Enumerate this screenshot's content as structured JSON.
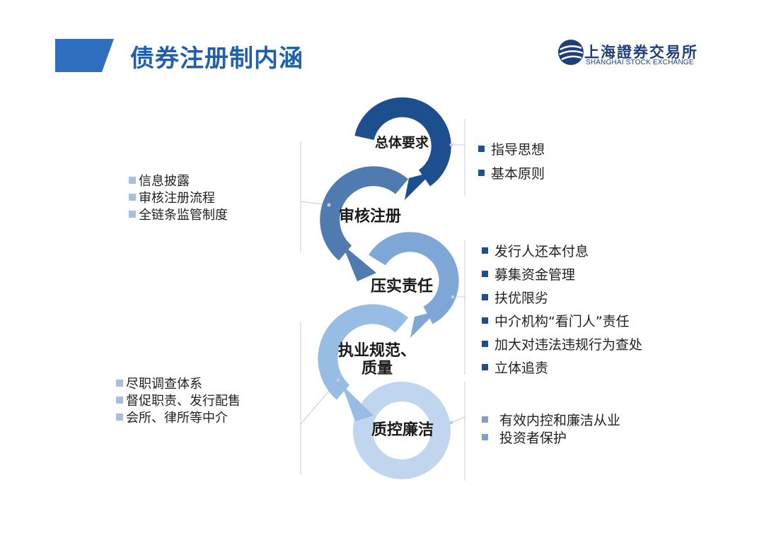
{
  "header": {
    "title": "债券注册制内涵",
    "accent_color": "#1f5fb0"
  },
  "logo": {
    "name_cn": "上海證券交易所",
    "name_en": "SHANGHAI STOCK EXCHANGE",
    "icon": "sse-logo-icon"
  },
  "cycle": {
    "nodes": [
      {
        "label": "总体要求",
        "color": "#1d4f8f"
      },
      {
        "label": "审核注册",
        "color": "#4f7bb0"
      },
      {
        "label": "压实责任",
        "color": "#7ea6d6"
      },
      {
        "label": "执业规范、",
        "label_line2": "质量",
        "color": "#98bde4"
      },
      {
        "label": "质控廉洁",
        "color": "#bfd6ee"
      }
    ]
  },
  "groups": {
    "general": {
      "bullet_color": "#1f4e8c",
      "items": [
        "指导思想",
        "基本原则"
      ]
    },
    "review": {
      "bullet_color": "#a9bfd9",
      "items": [
        "信息披露",
        "审核注册流程",
        "全链条监管制度"
      ]
    },
    "responsibility": {
      "bullet_color": "#1f4e8c",
      "items": [
        "发行人还本付息",
        "募集资金管理",
        "扶优限劣",
        "中介机构“看门人”责任",
        "加大对违法违规行为查处",
        "立体追责"
      ]
    },
    "practice": {
      "bullet_color": "#a9bfd9",
      "items": [
        "尽职调查体系",
        "督促职责、发行配售",
        "会所、律所等中介"
      ]
    },
    "integrity": {
      "bullet_color": "#7f9ecb",
      "items": [
        "有效内控和廉洁从业",
        "投资者保护"
      ]
    }
  }
}
